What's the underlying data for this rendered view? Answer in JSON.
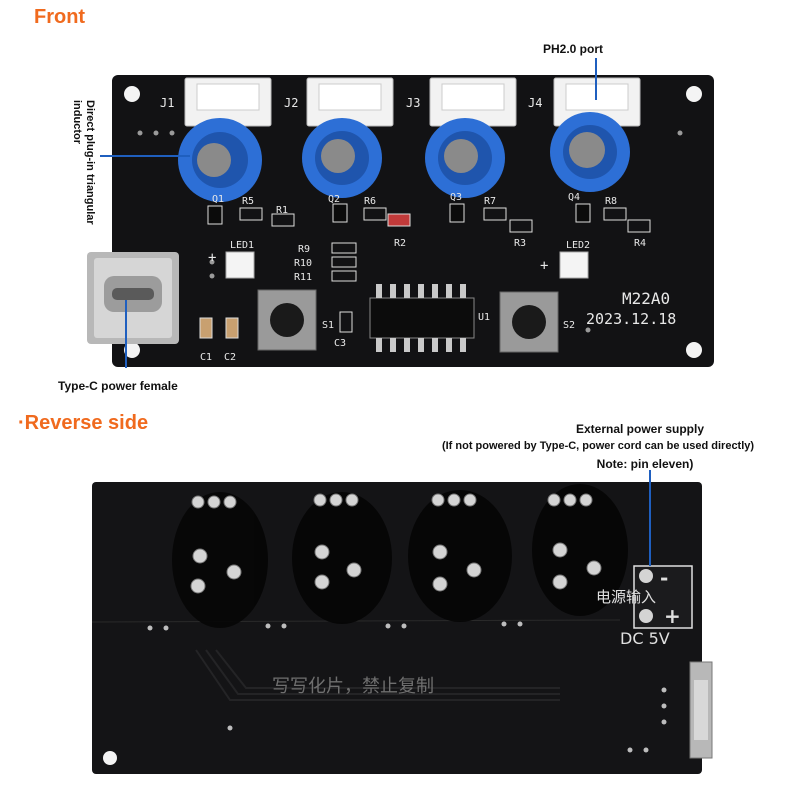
{
  "sections": {
    "front_title": "Front",
    "reverse_title": "·Reverse side"
  },
  "callouts": {
    "ph_port": "PH2.0 port",
    "inductor": "Direct plug-in triangular inductor",
    "typec": "Type-C power female",
    "ext_power_title": "External power supply",
    "ext_power_detail": "(If not powered by Type-C, power cord can be used directly)",
    "ext_power_note": "Note: pin eleven)"
  },
  "front_board": {
    "connectors": [
      "J1",
      "J2",
      "J3",
      "J4"
    ],
    "transistors": [
      "Q1",
      "Q2",
      "Q3",
      "Q4"
    ],
    "resistors_top": [
      "R5",
      "R6",
      "R7",
      "R8"
    ],
    "resistors_bottom": [
      "R2",
      "R3",
      "R4"
    ],
    "resistor_r1": "R1",
    "resistor_group": [
      "R9",
      "R10",
      "R11"
    ],
    "leds": [
      "LED1",
      "LED2"
    ],
    "switches": [
      "S1",
      "S2"
    ],
    "capacitors": [
      "C3",
      "C1",
      "C2"
    ],
    "ic": "U1",
    "model": "M22A0",
    "date": "2023.12.18",
    "plus_sign": "+"
  },
  "back_board": {
    "power_label": "电源输入",
    "minus": "-",
    "plus": "+",
    "voltage": "DC 5V",
    "marking": "写写化片，禁止复制"
  },
  "colors": {
    "accent": "#f06a1e",
    "board": "#121214",
    "inductor": "#2d6fd6",
    "callout_line": "#1f5fbf"
  }
}
